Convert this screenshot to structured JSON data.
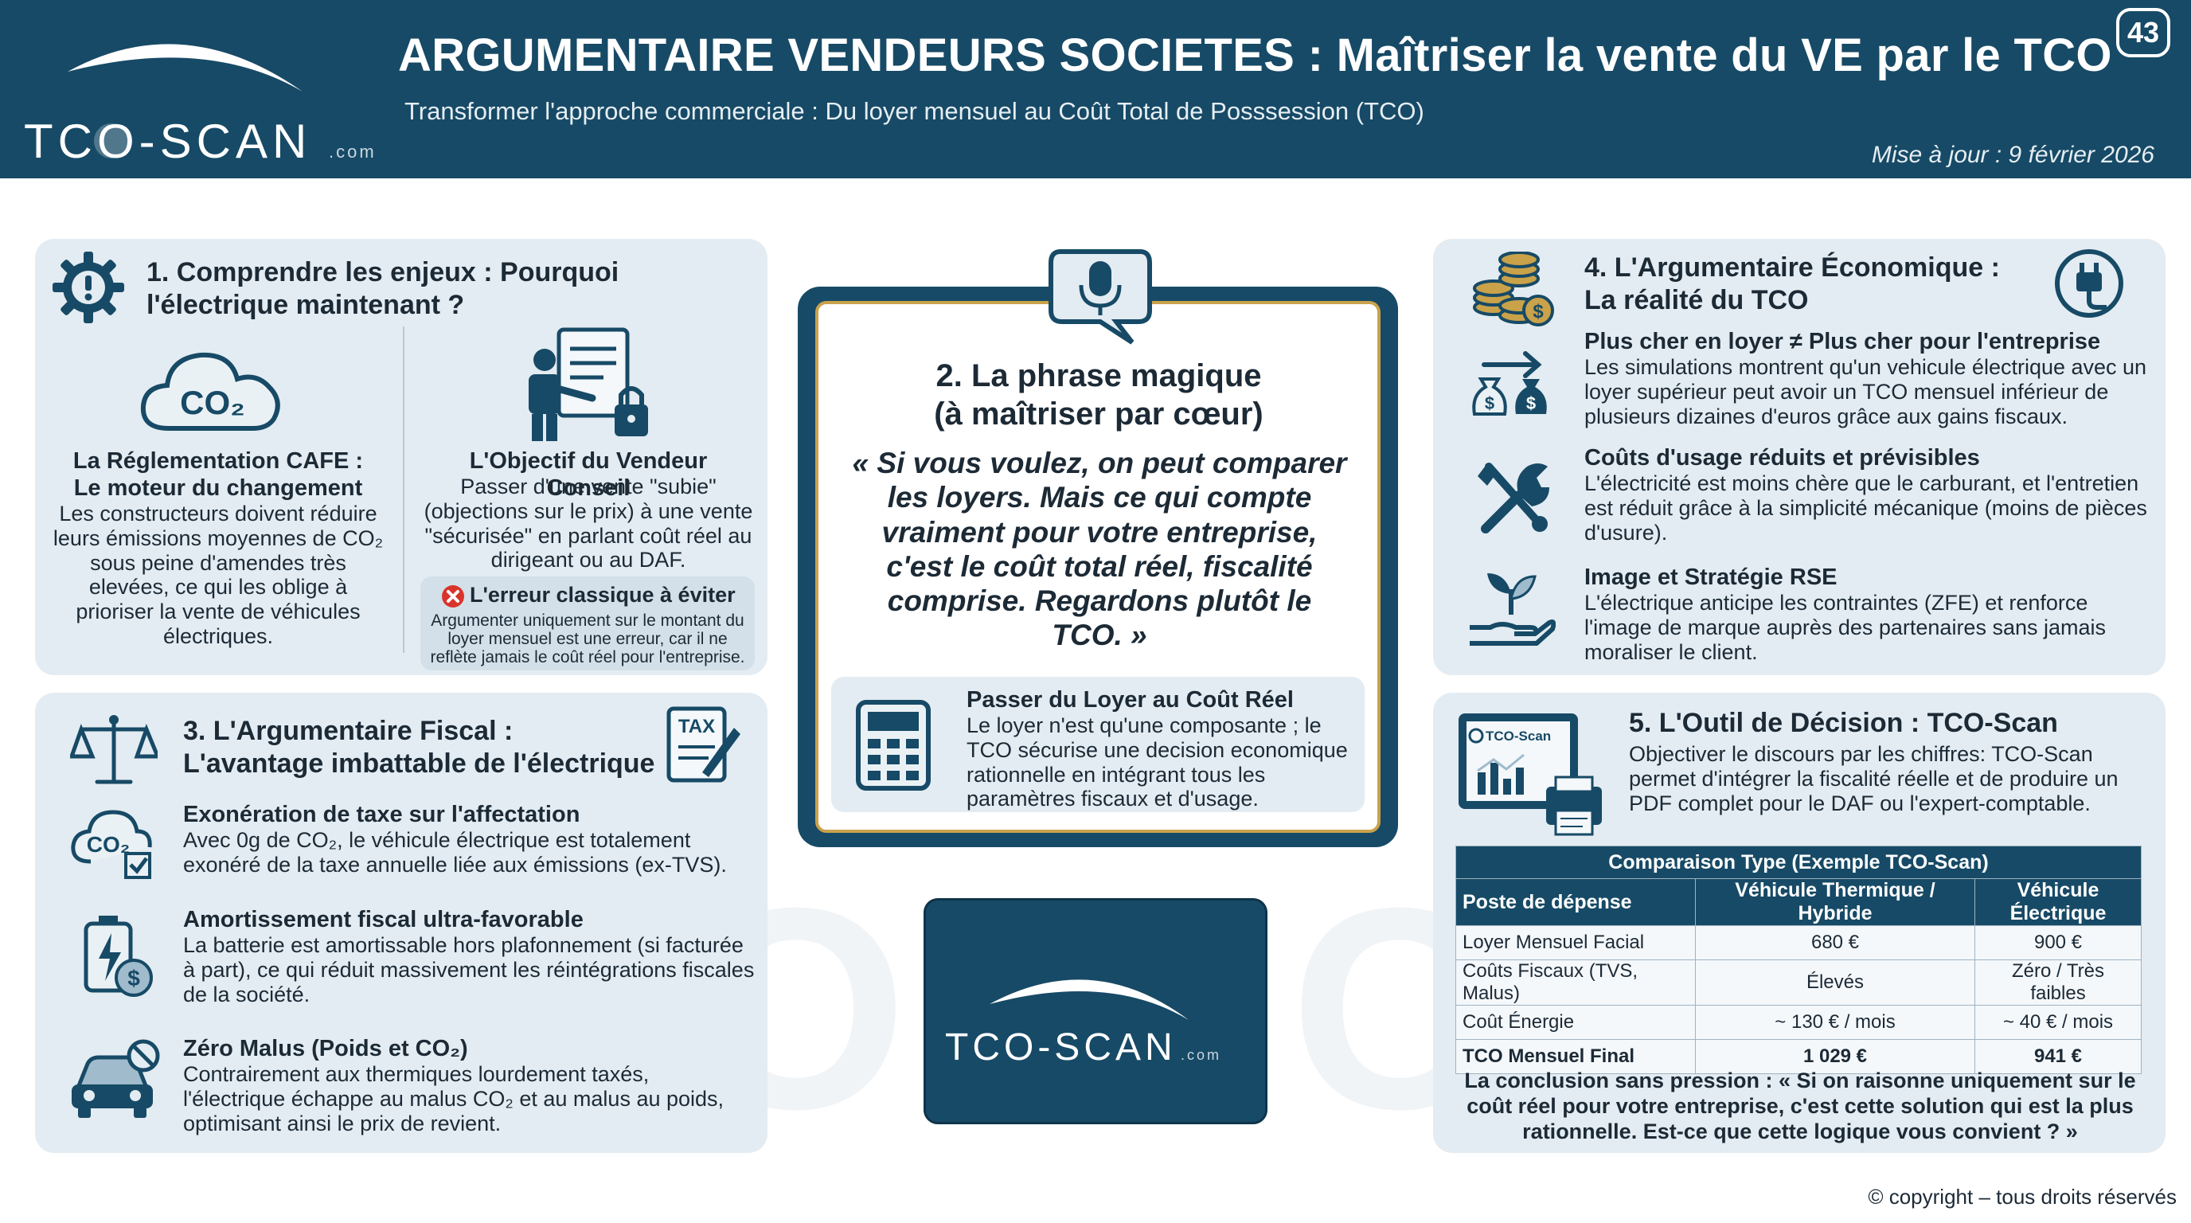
{
  "header": {
    "title": "ARGUMENTAIRE VENDEURS SOCIETES : Maîtriser la vente du VE par le TCO",
    "subtitle": "Transformer l'approche commerciale : Du loyer mensuel au Coût Total de Posssession (TCO)",
    "update": "Mise à jour : 9 février 2026",
    "page_number": "43",
    "logo_text": "TCO-SCAN",
    "logo_suffix": ".com"
  },
  "section1": {
    "title": "1. Comprendre les enjeux : Pourquoi l'électrique maintenant ?",
    "co2_icon_text": "CO₂",
    "left_heading_1": "La Réglementation CAFE :",
    "left_heading_2": "Le moteur du changement",
    "left_body": "Les constructeurs doivent réduire leurs émissions moyennes de CO₂ sous peine d'amendes très elevées, ce qui les oblige à prioriser la vente de véhicules électriques.",
    "right_heading": "L'Objectif du Vendeur Conseil",
    "right_body": "Passer d'une vente \"subie\" (objections sur le prix) à une vente \"sécurisée\" en parlant coût réel au dirigeant ou au DAF.",
    "error_heading": "L'erreur classique à éviter",
    "error_body": "Argumenter uniquement sur le montant du loyer mensuel est une erreur, car il ne reflète jamais le coût réel pour l'entreprise."
  },
  "section2": {
    "title_1": "2. La phrase magique",
    "title_2": "(à maîtriser par cœur)",
    "quote": "« Si vous voulez, on peut comparer les loyers. Mais ce qui compte vraiment pour votre entreprise, c'est le coût total réel, fiscalité comprise. Regardons plutôt le TCO. »",
    "tip_heading": "Passer du Loyer au Coût Réel",
    "tip_body": "Le loyer n'est qu'une composante ; le TCO sécurise une decision economique rationnelle en intégrant tous les paramètres fiscaux et d'usage."
  },
  "section3": {
    "title_1": "3. L'Argumentaire Fiscal :",
    "title_2": "L'avantage imbattable de l'électrique",
    "tax_icon_text": "TAX",
    "items": [
      {
        "heading": "Exonération de taxe sur l'affectation",
        "body": "Avec 0g de CO₂, le véhicule électrique est totalement exonéré de la taxe annuelle liée aux émissions (ex-TVS)."
      },
      {
        "heading": "Amortissement fiscal ultra-favorable",
        "body": "La batterie est amortissable hors plafonnement (si facturée à part), ce qui réduit massivement les réintégrations fiscales de la société."
      },
      {
        "heading": "Zéro Malus (Poids et CO₂)",
        "body": "Contrairement aux thermiques lourdement taxés, l'électrique échappe au malus CO₂ et au malus au poids, optimisant ainsi le prix de revient."
      }
    ]
  },
  "section4": {
    "title_1": "4. L'Argumentaire Économique :",
    "title_2": "La réalité du TCO",
    "items": [
      {
        "heading": "Plus cher en loyer ≠ Plus cher pour l'entreprise",
        "body": "Les simulations montrent qu'un vehicule électrique avec un loyer supérieur peut avoir un TCO mensuel inférieur de plusieurs dizaines d'euros grâce aux gains fiscaux."
      },
      {
        "heading": "Coûts d'usage réduits et prévisibles",
        "body": "L'électricité est moins chère que le carburant, et l'entretien est réduit grâce à la simplicité mécanique (moins de pièces d'usure)."
      },
      {
        "heading": "Image et Stratégie RSE",
        "body": "L'électrique anticipe les contraintes (ZFE) et renforce l'image de marque auprès des partenaires sans jamais moraliser le client."
      }
    ]
  },
  "section5": {
    "title": "5. L'Outil de Décision : TCO-Scan",
    "body": "Objectiver le discours par les chiffres: TCO-Scan permet d'intégrer la fiscalité réelle et de produire un PDF complet pour le DAF ou l'expert-comptable.",
    "screen_label": "TCO-Scan",
    "table": {
      "caption": "Comparaison Type (Exemple TCO-Scan)",
      "headers": [
        "Poste de dépense",
        "Véhicule Thermique / Hybride",
        "Véhicule Électrique"
      ],
      "rows": [
        [
          "Loyer Mensuel Facial",
          "680 €",
          "900 €"
        ],
        [
          "Coûts Fiscaux (TVS, Malus)",
          "Élevés",
          "Zéro / Très faibles"
        ],
        [
          "Coût Énergie",
          "~ 130 € / mois",
          "~ 40 € / mois"
        ],
        [
          "TCO Mensuel Final",
          "1 029 €",
          "941 €"
        ]
      ]
    },
    "conclusion": "La conclusion sans pression : « Si on raisonne uniquement sur le coût réel pour votre entreprise, c'est cette solution qui est la plus rationnelle. Est-ce que cette logique vous convient ? »"
  },
  "center_logo": {
    "text": "TCO-SCAN",
    "suffix": ".com"
  },
  "footer": {
    "copyright": "© copyright – tous droits réservés"
  },
  "watermark": "TCO-SCAN",
  "colors": {
    "primary": "#174a66",
    "panel": "#e3ecf2",
    "accent_gold": "#c9a24a",
    "error_red": "#d9342b"
  }
}
